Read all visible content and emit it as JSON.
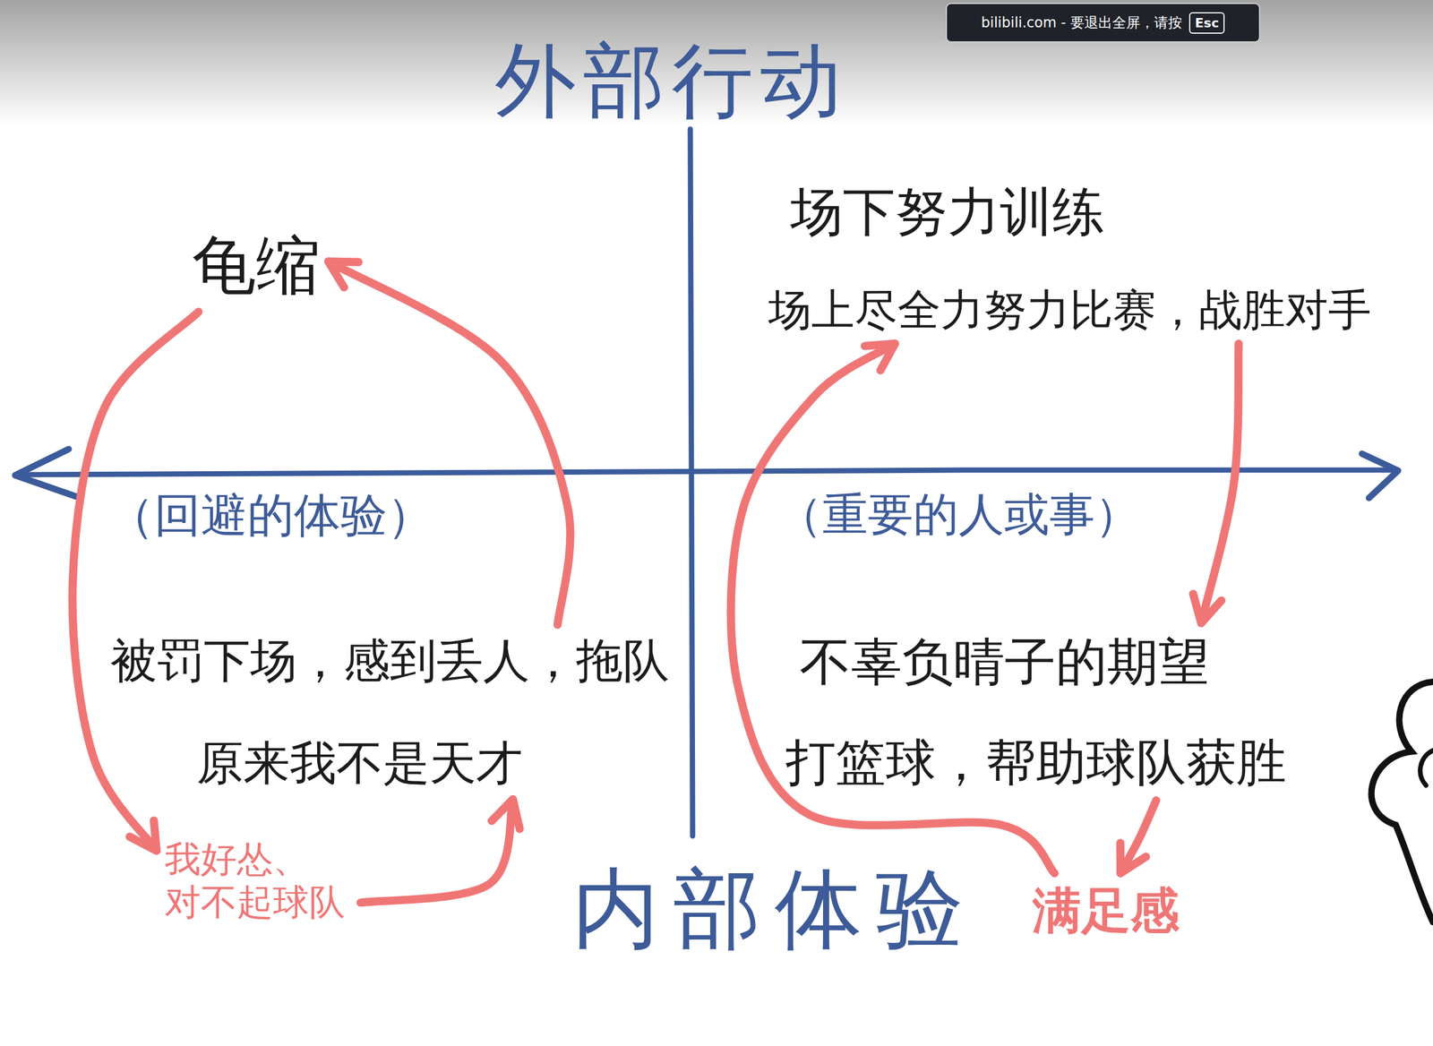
{
  "diagram": {
    "nodes": [
      {
        "text": [
          "龟缩"
        ]
      },
      {
        "text": [
          "场下努力训练",
          "场上尽全力努力比赛，战胜对手"
        ]
      },
      {
        "text": [
          "被罚下场，感到丢人，拖队",
          "原来我不是天才"
        ]
      },
      {
        "text": [
          "不辜负晴子的期望",
          "打篮球，帮助球队获胜"
        ]
      },
      {
        "text": [
          "我好怂、 对不起球队"
        ]
      },
      {
        "text": [
          "满足感"
        ]
      }
    ],
    "edges": [
      {
        "from": 2,
        "to": 0,
        "arrow": "to"
      },
      {
        "from": 0,
        "to": 4,
        "arrow": "to"
      },
      {
        "from": 4,
        "to": 2,
        "arrow": "to"
      },
      {
        "from": 1,
        "to": 3,
        "arrow": "to"
      },
      {
        "from": 3,
        "to": 5,
        "arrow": "to"
      },
      {
        "from": 5,
        "to": 1,
        "arrow": "to"
      }
    ],
    "labels": [
      "bilibili.com - 要退出全屏，请按",
      "Esc",
      "外部行动",
      "（回避的体验）",
      "（重要的人或事）",
      "内部体验"
    ]
  }
}
